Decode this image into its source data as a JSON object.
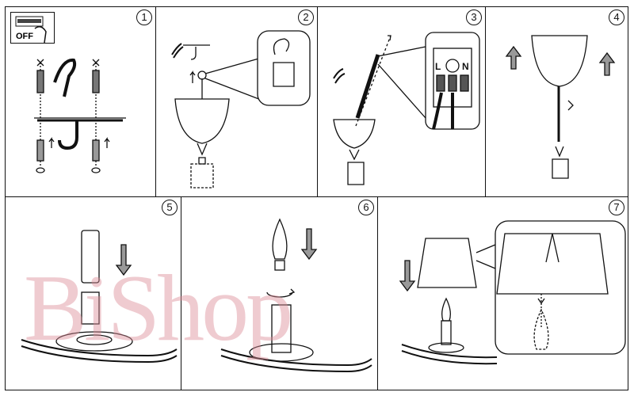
{
  "steps": [
    {
      "number": "1",
      "off_label": "OFF"
    },
    {
      "number": "2"
    },
    {
      "number": "3",
      "terminal_labels": [
        "L",
        "N"
      ]
    },
    {
      "number": "4"
    },
    {
      "number": "5"
    },
    {
      "number": "6"
    },
    {
      "number": "7"
    }
  ],
  "watermark": "BiShop"
}
